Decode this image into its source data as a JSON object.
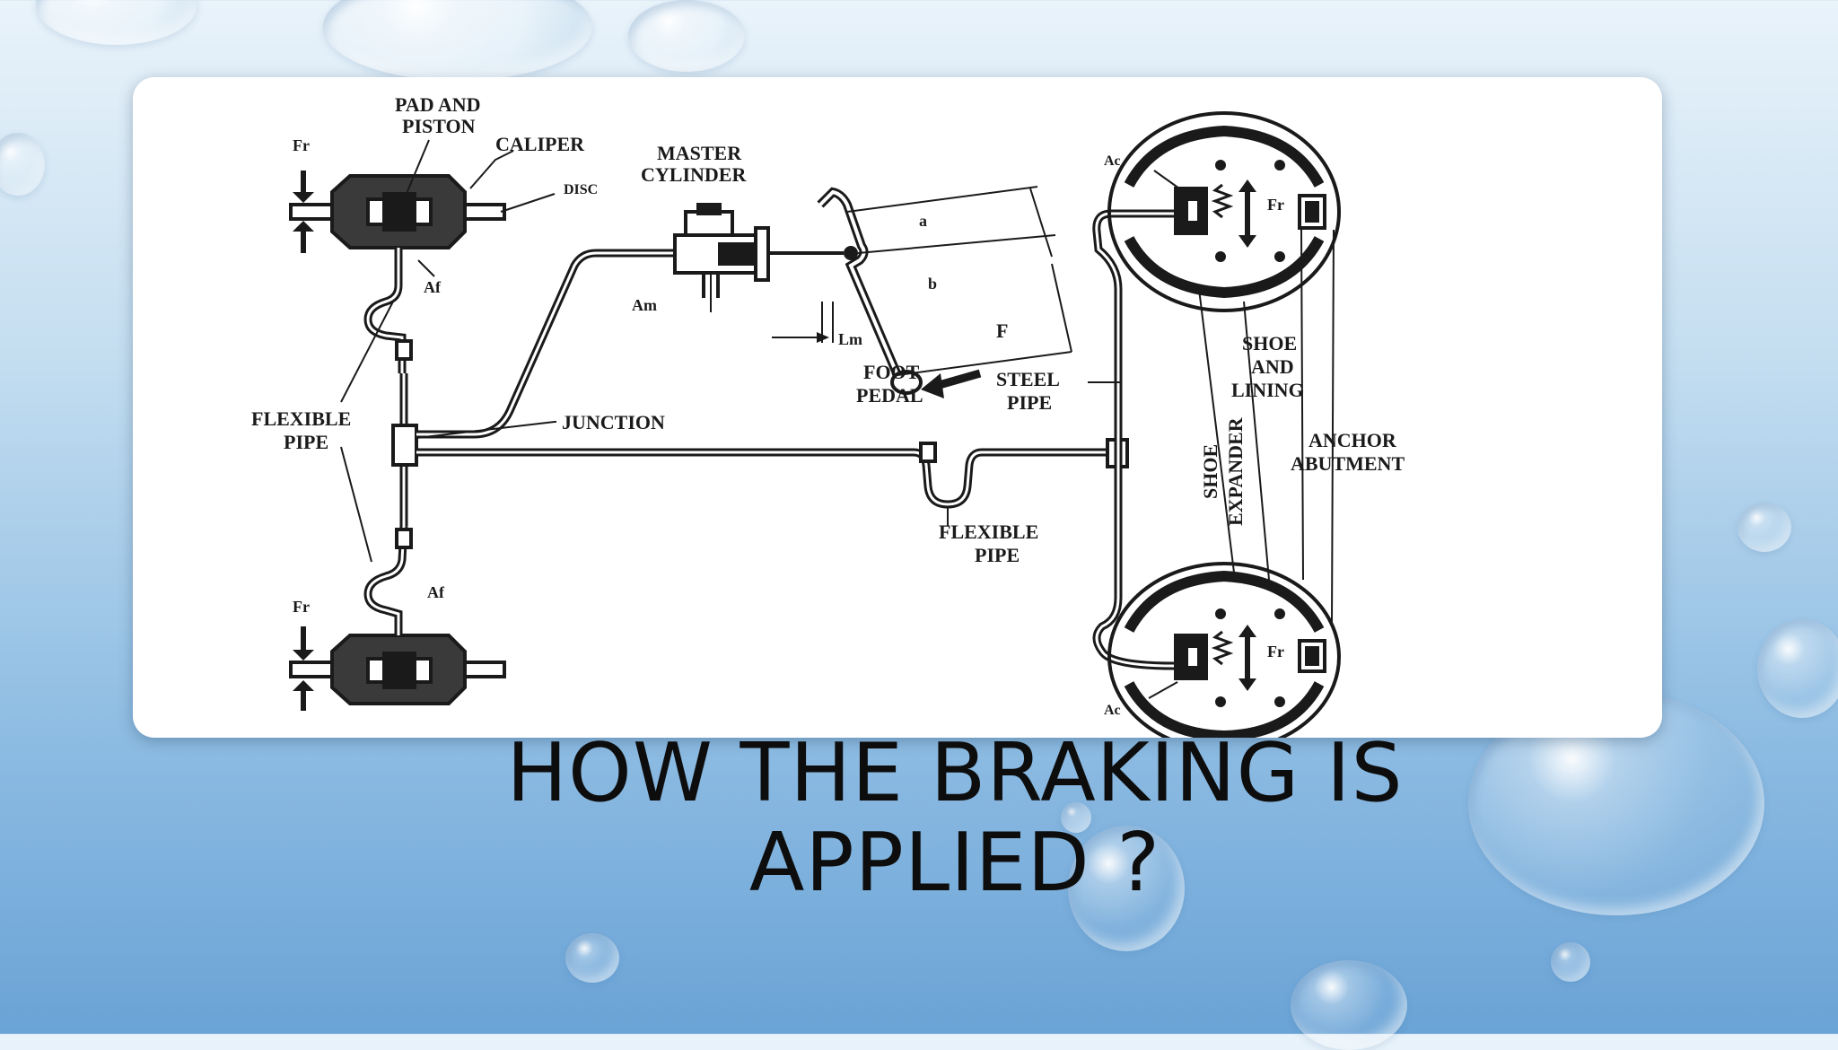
{
  "slide": {
    "title_line1": "HOW THE BRAKING IS",
    "title_line2": "APPLIED ?"
  },
  "diagram": {
    "labels": {
      "pad_and_piston_1": "PAD AND",
      "pad_and_piston_2": "PISTON",
      "caliper": "CALIPER",
      "disc": "DISC",
      "master_cylinder_1": "MASTER",
      "master_cylinder_2": "CYLINDER",
      "foot_pedal_1": "FOOT",
      "foot_pedal_2": "PEDAL",
      "flexible_pipe_left_1": "FLEXIBLE",
      "flexible_pipe_left_2": "PIPE",
      "junction": "JUNCTION",
      "steel_pipe_1": "STEEL",
      "steel_pipe_2": "PIPE",
      "flexible_pipe_mid_1": "FLEXIBLE",
      "flexible_pipe_mid_2": "PIPE",
      "shoe_and_lining_1": "SHOE",
      "shoe_and_lining_2": "AND",
      "shoe_and_lining_3": "LINING",
      "shoe_expander_1": "SHOE",
      "shoe_expander_2": "EXPANDER",
      "anchor_abutment_1": "ANCHOR",
      "anchor_abutment_2": "ABUTMENT",
      "force_f": "F",
      "ff_top": "Fr",
      "ff_bottom": "Fr",
      "af_top": "Af",
      "af_bottom": "Af",
      "am": "Am",
      "lm": "Lm",
      "a_dim": "a",
      "b_dim": "b",
      "ac_top": "Ac",
      "ac_bottom": "Ac",
      "fr_drum_top": "Fr",
      "fr_drum_bottom": "Fr"
    }
  }
}
